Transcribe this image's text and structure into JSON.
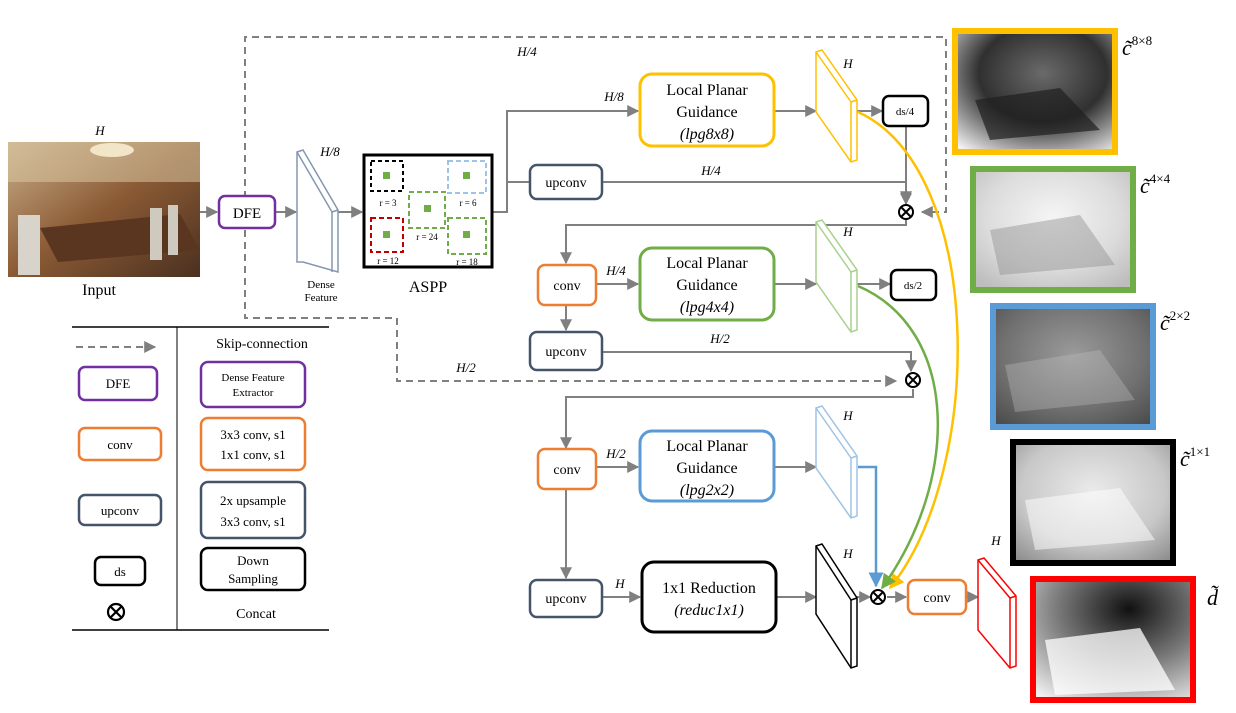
{
  "colors": {
    "dfe": "#7030a0",
    "conv": "#ed7d31",
    "upconv": "#44546a",
    "lpg8": "#ffc000",
    "lpg4": "#70ad47",
    "lpg2": "#5b9bd5",
    "final": "#ff0000",
    "arrow": "#808080"
  },
  "input": {
    "label": "Input",
    "size": "H"
  },
  "dfe": {
    "label": "DFE"
  },
  "dense_feature": {
    "label_line1": "Dense",
    "label_line2": "Feature",
    "size": "H/8"
  },
  "aspp": {
    "label": "ASPP",
    "rates": [
      "r = 3",
      "r = 6",
      "r = 24",
      "r = 12",
      "r = 18"
    ]
  },
  "blocks": {
    "upconv": "upconv",
    "conv": "conv",
    "ds4": "ds/4",
    "ds2": "ds/2",
    "lpg_title_1": "Local Planar",
    "lpg_title_2": "Guidance",
    "lpg8": "(lpg8x8)",
    "lpg4": "(lpg4x4)",
    "lpg2": "(lpg2x2)",
    "reduc_title": "1x1 Reduction",
    "reduc_sub": "(reduc1x1)"
  },
  "sizes": {
    "h": "H",
    "h2": "H/2",
    "h4": "H/4",
    "h8": "H/8"
  },
  "outputs": {
    "c8": "c̃",
    "c8_sup": "8×8",
    "c4": "c̃",
    "c4_sup": "4×4",
    "c2": "c̃",
    "c2_sup": "2×2",
    "c1": "c̃",
    "c1_sup": "1×1",
    "d": "d̃"
  },
  "legend": {
    "skip": "Skip-connection",
    "dfe_key": "DFE",
    "dfe_desc_1": "Dense Feature",
    "dfe_desc_2": "Extractor",
    "conv_key": "conv",
    "conv_desc_1": "3x3 conv, s1",
    "conv_desc_2": "1x1 conv, s1",
    "upconv_key": "upconv",
    "upconv_desc_1": "2x upsample",
    "upconv_desc_2": "3x3 conv, s1",
    "ds_key": "ds",
    "ds_desc_1": "Down",
    "ds_desc_2": "Sampling",
    "concat": "Concat"
  }
}
